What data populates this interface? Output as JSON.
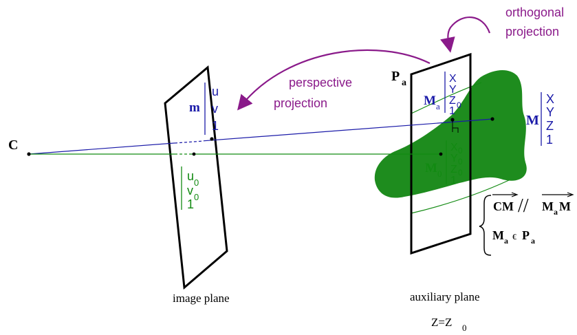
{
  "colors": {
    "blue": "#1a1aa8",
    "green": "#128a12",
    "purple": "#8a1a8a",
    "blob": "#1e8c1e",
    "black": "#000000"
  },
  "labels": {
    "center": "C",
    "image_plane": "image plane",
    "auxiliary_plane": "auxiliary plane",
    "plane_eq_prefix": "Z=Z",
    "plane_eq_sub": "0",
    "perspective_line1": "perspective",
    "perspective_line2": "projection",
    "orthogonal_line1": "orthogonal",
    "orthogonal_line2": "projection",
    "plane_name": "P",
    "plane_name_sub": "a"
  },
  "image_point_m": {
    "name": "m",
    "vector": [
      "u",
      "v",
      "1"
    ]
  },
  "image_point_0": {
    "vector": [
      "u",
      "v",
      "1"
    ],
    "subs": [
      "0",
      "0",
      ""
    ]
  },
  "point_Ma": {
    "name": "M",
    "name_sub": "a",
    "vector": [
      "X",
      "Y",
      "Z",
      "1"
    ],
    "subs": [
      "",
      "",
      "0",
      ""
    ]
  },
  "point_M0": {
    "name": "M",
    "name_sub": "0",
    "vector": [
      "X",
      "Y",
      "Z",
      "1"
    ],
    "subs": [
      "0",
      "0",
      "0",
      ""
    ]
  },
  "point_M": {
    "name": "M",
    "vector": [
      "X",
      "Y",
      "Z",
      "1"
    ]
  },
  "conditions": {
    "line1_left": "CM",
    "line1_sep": "//",
    "line1_right": "M",
    "line1_right_sub": "a",
    "line1_right_end": "M",
    "line2_left": "M",
    "line2_left_sub": "a",
    "line2_op": "ϵ",
    "line2_right": "P",
    "line2_right_sub": "a"
  }
}
